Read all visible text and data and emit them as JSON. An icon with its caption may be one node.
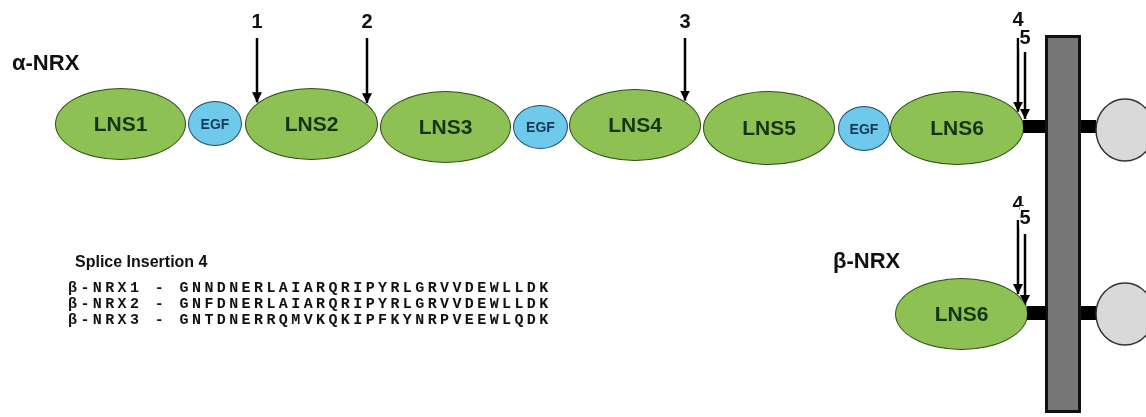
{
  "diagram": {
    "nodes": [
      {
        "text": [
          "LNS1"
        ]
      },
      {
        "text": [
          "EGF"
        ]
      },
      {
        "text": [
          "LNS2"
        ]
      },
      {
        "text": [
          "LNS3"
        ]
      },
      {
        "text": [
          "EGF"
        ]
      },
      {
        "text": [
          "LNS4"
        ]
      },
      {
        "text": [
          "LNS5"
        ]
      },
      {
        "text": [
          "EGF"
        ]
      },
      {
        "text": [
          "LNS6"
        ]
      },
      {
        "text": [],
        "shape": "bar"
      },
      {
        "text": [],
        "shape": "bar"
      },
      {
        "text": [],
        "shape": "bar"
      },
      {
        "text": [],
        "shape": "circle"
      },
      {
        "text": [
          "LNS6"
        ]
      },
      {
        "text": [],
        "shape": "bar"
      },
      {
        "text": [],
        "shape": "bar"
      },
      {
        "text": [],
        "shape": "circle"
      }
    ],
    "edges": [
      {
        "from": null,
        "to": 2,
        "arrow": "to",
        "label": "1"
      },
      {
        "from": null,
        "to": 2,
        "arrow": "to",
        "label": "2"
      },
      {
        "from": null,
        "to": 5,
        "arrow": "to",
        "label": "3"
      },
      {
        "from": null,
        "to": 8,
        "arrow": "to",
        "label": "4"
      },
      {
        "from": null,
        "to": 9,
        "arrow": "to",
        "label": "5"
      },
      {
        "from": null,
        "to": 13,
        "arrow": "to",
        "label": "4"
      },
      {
        "from": null,
        "to": 14,
        "arrow": "to",
        "label": "5"
      }
    ],
    "labels": [
      "α-NRX",
      "β-NRX",
      "Splice Insertion 4",
      "β-NRX1 - GNNDNERLAIARQRIPYRLGRVVDEWLLDK",
      "β-NRX2 - GNFDNERLAIARQRIPYRLGRVVDEWLLDK",
      "β-NRX3 - GNTDNERRQMVKQKIPFKYNRPVEEWLQDK"
    ]
  }
}
